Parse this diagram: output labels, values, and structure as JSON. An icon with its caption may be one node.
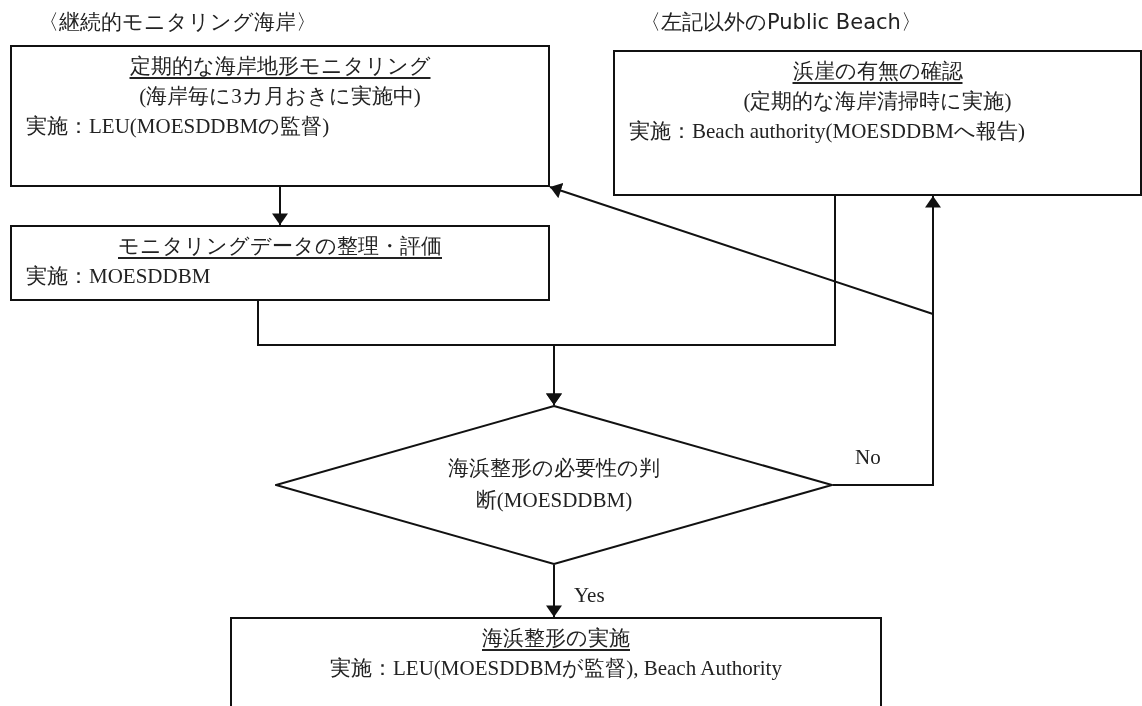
{
  "diagram": {
    "nodes": [
      {
        "text": [
          "定期的な海岸地形モニタリング",
          "(海岸毎に3カ月おきに実施中)",
          "実施：LEU(MOESDDBMの監督)"
        ],
        "beside": [
          "〈継続的モニタリング海岸〉"
        ]
      },
      {
        "text": [
          "モニタリングデータの整理・評価",
          "実施：MOESDDBM"
        ]
      },
      {
        "text": [
          "浜崖の有無の確認",
          "(定期的な海岸清掃時に実施)",
          "実施：Beach authority(MOESDDBMへ報告)"
        ],
        "beside": [
          "〈左記以外のPublic Beach〉"
        ]
      },
      {
        "text": [
          "海浜整形の必要性の判断(MOESDDBM)"
        ]
      },
      {
        "text": [
          "海浜整形の実施",
          "実施：LEU(MOESDDBMが監督), Beach Authority"
        ]
      }
    ],
    "edges": [
      {
        "from": 0,
        "to": 1,
        "arrow": "to"
      },
      {
        "from": 1,
        "to": 3,
        "arrow": "to"
      },
      {
        "from": 2,
        "to": 3,
        "arrow": "to"
      },
      {
        "from": 3,
        "to": 2,
        "arrow": "to",
        "label": "No"
      },
      {
        "from": 3,
        "to": 0,
        "arrow": "to"
      },
      {
        "from": 3,
        "to": 4,
        "arrow": "to",
        "label": "Yes"
      }
    ]
  }
}
